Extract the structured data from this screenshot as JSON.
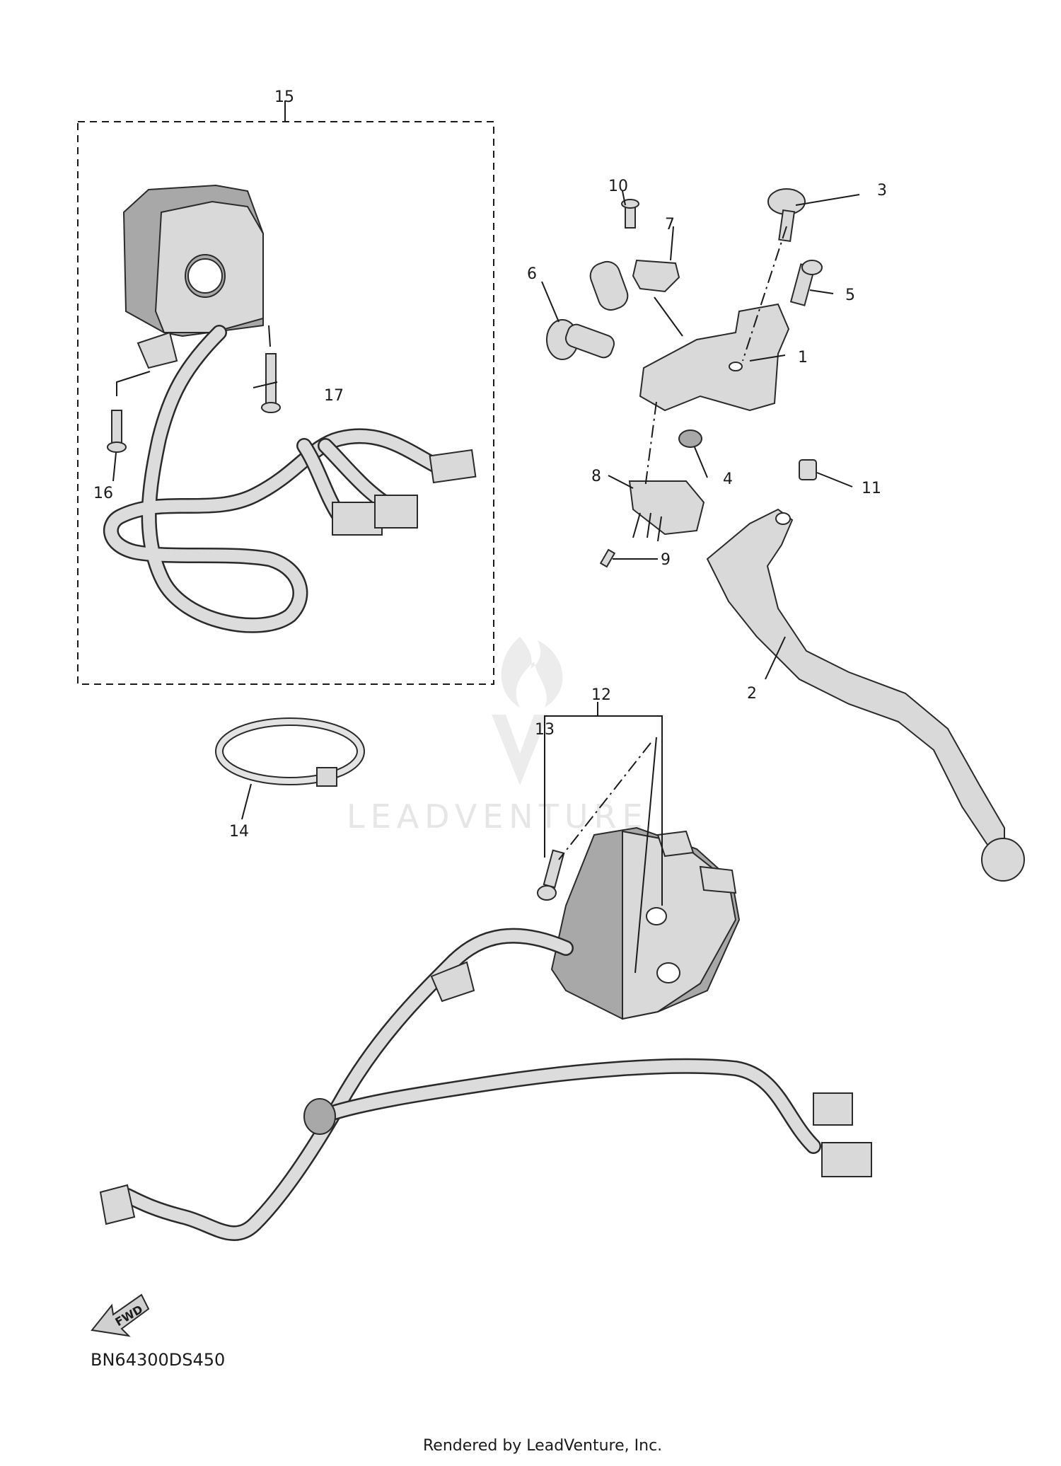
{
  "callouts": {
    "c1": "1",
    "c2": "2",
    "c3": "3",
    "c4": "4",
    "c5": "5",
    "c6": "6",
    "c7": "7",
    "c8": "8",
    "c9": "9",
    "c10": "10",
    "c11": "11",
    "c12": "12",
    "c13": "13",
    "c14": "14",
    "c15": "15",
    "c16": "16",
    "c17": "17"
  },
  "fwd_label": "FWD",
  "watermark": "LEADVENTURE",
  "diagram_code": "BN64300DS450",
  "footer": "Rendered by LeadVenture, Inc."
}
